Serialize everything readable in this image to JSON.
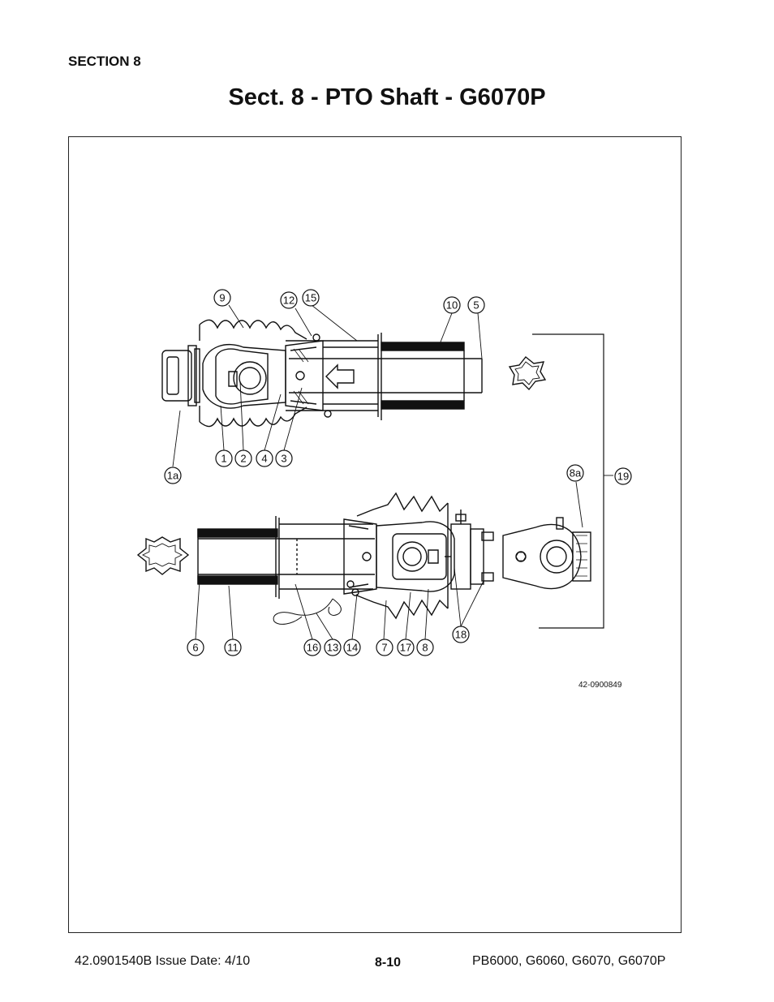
{
  "header": {
    "section_label": "SECTION 8",
    "title": "Sect. 8 - PTO Shaft - G6070P"
  },
  "diagram": {
    "drawing_number": "42-0900849",
    "callouts": [
      "9",
      "12",
      "15",
      "10",
      "5",
      "1",
      "2",
      "4",
      "3",
      "1a",
      "8a",
      "19",
      "6",
      "11",
      "16",
      "13",
      "14",
      "7",
      "17",
      "8",
      "18"
    ]
  },
  "footer": {
    "doc_id": "42.0901540B  Issue Date: 4/10",
    "page_number": "8-10",
    "models": "PB6000, G6060, G6070, G6070P"
  }
}
